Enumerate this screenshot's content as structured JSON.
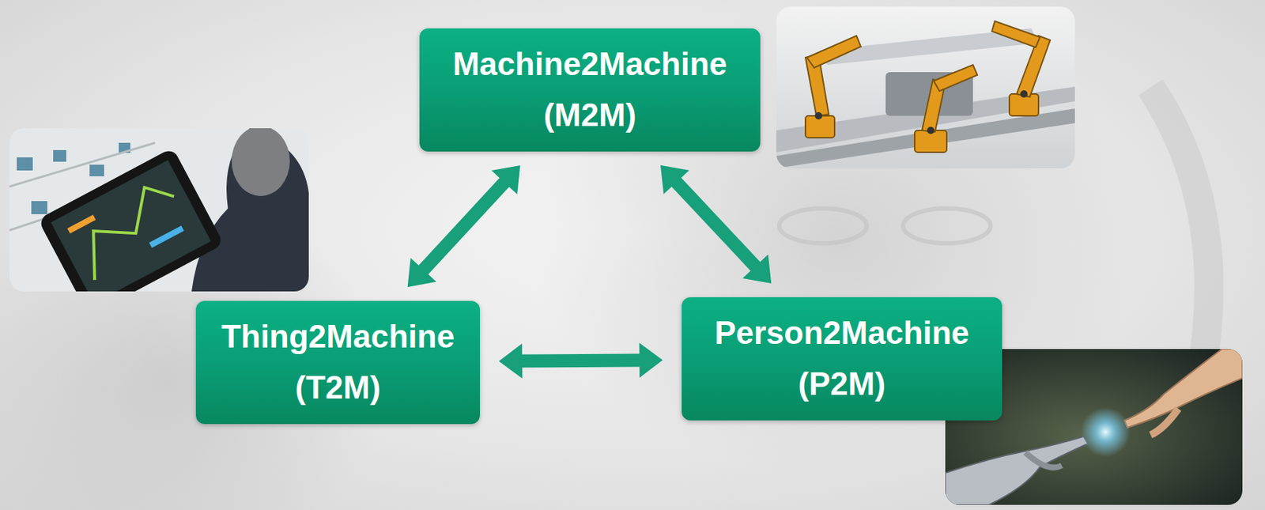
{
  "diagram": {
    "nodes": [
      {
        "text": [
          "Machine2Machine (M2M)"
        ]
      },
      {
        "text": [
          "Thing2Machine (T2M)"
        ]
      },
      {
        "text": [
          "Person2Machine (P2M)"
        ]
      }
    ],
    "edges": [
      {
        "from": 0,
        "to": 1,
        "arrow": "both"
      },
      {
        "from": 0,
        "to": 2,
        "arrow": "both"
      },
      {
        "from": 1,
        "to": 2,
        "arrow": "both"
      }
    ]
  }
}
